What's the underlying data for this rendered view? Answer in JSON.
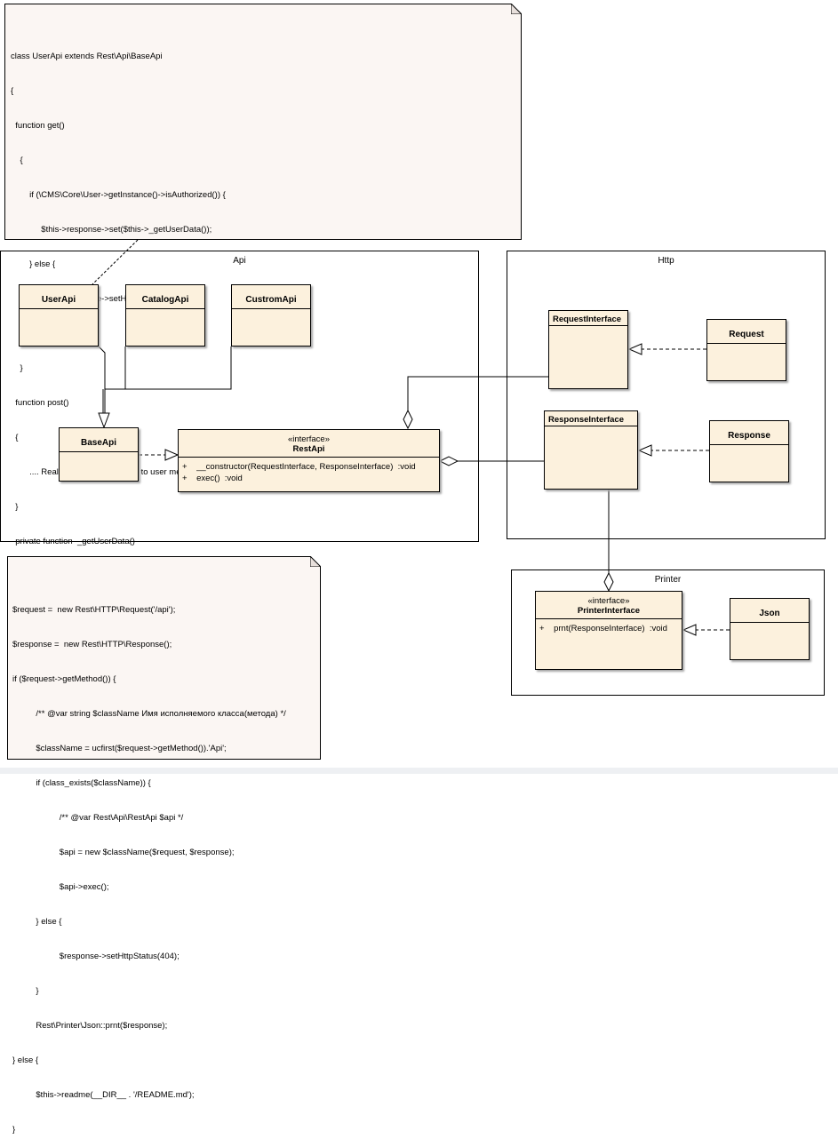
{
  "notes": {
    "top_code": [
      "class UserApi extends Rest\\Api\\BaseApi",
      "{",
      "  function get()",
      "    {",
      "        if (\\CMS\\Core\\User->getInstance()->isAuthorized()) {",
      "             $this->response->set($this->_getUserData());",
      "        } else {",
      "             $this->response->setHttpStatus(401);",
      "        }",
      "    }",
      "  function post()",
      "  {",
      "        .... Realization POST request to user method (http://example.com/api/user)",
      "  }",
      "  private function  _getUserData()",
      "  {",
      "        ....",
      "  }",
      "}"
    ],
    "bottom_code": [
      "$request =  new Rest\\HTTP\\Request('/api');",
      "$response =  new Rest\\HTTP\\Response();",
      "if ($request->getMethod()) {",
      "          /** @var string $className Имя исполняемого класса(метода) */",
      "          $className = ucfirst($request->getMethod()).'Api';",
      "          if (class_exists($className)) {",
      "                    /** @var Rest\\Api\\RestApi $api */",
      "                    $api = new $className($request, $response);",
      "                    $api->exec();",
      "          } else {",
      "                    $response->setHttpStatus(404);",
      "          }",
      "          Rest\\Printer\\Json::prnt($response);",
      "} else {",
      "          $this->readme(__DIR__ . '/README.md');",
      "}"
    ]
  },
  "packages": {
    "api": "Api",
    "http": "Http",
    "printer": "Printer"
  },
  "classes": {
    "user_api": "UserApi",
    "catalog_api": "CatalogApi",
    "custom_api": "CustromApi",
    "base_api": "BaseApi",
    "rest_api": {
      "stereotype": "«interface»",
      "name": "RestApi",
      "ops": [
        "+    __constructor(RequestInterface, ResponseInterface)  :void",
        "+    exec()  :void"
      ]
    },
    "request_interface": "RequestInterface",
    "response_interface": "ResponseInterface",
    "request": "Request",
    "response": "Response",
    "printer_interface": {
      "stereotype": "«interface»",
      "name": "PrinterInterface",
      "ops": [
        "+    prnt(ResponseInterface)  :void"
      ]
    },
    "json": "Json"
  }
}
